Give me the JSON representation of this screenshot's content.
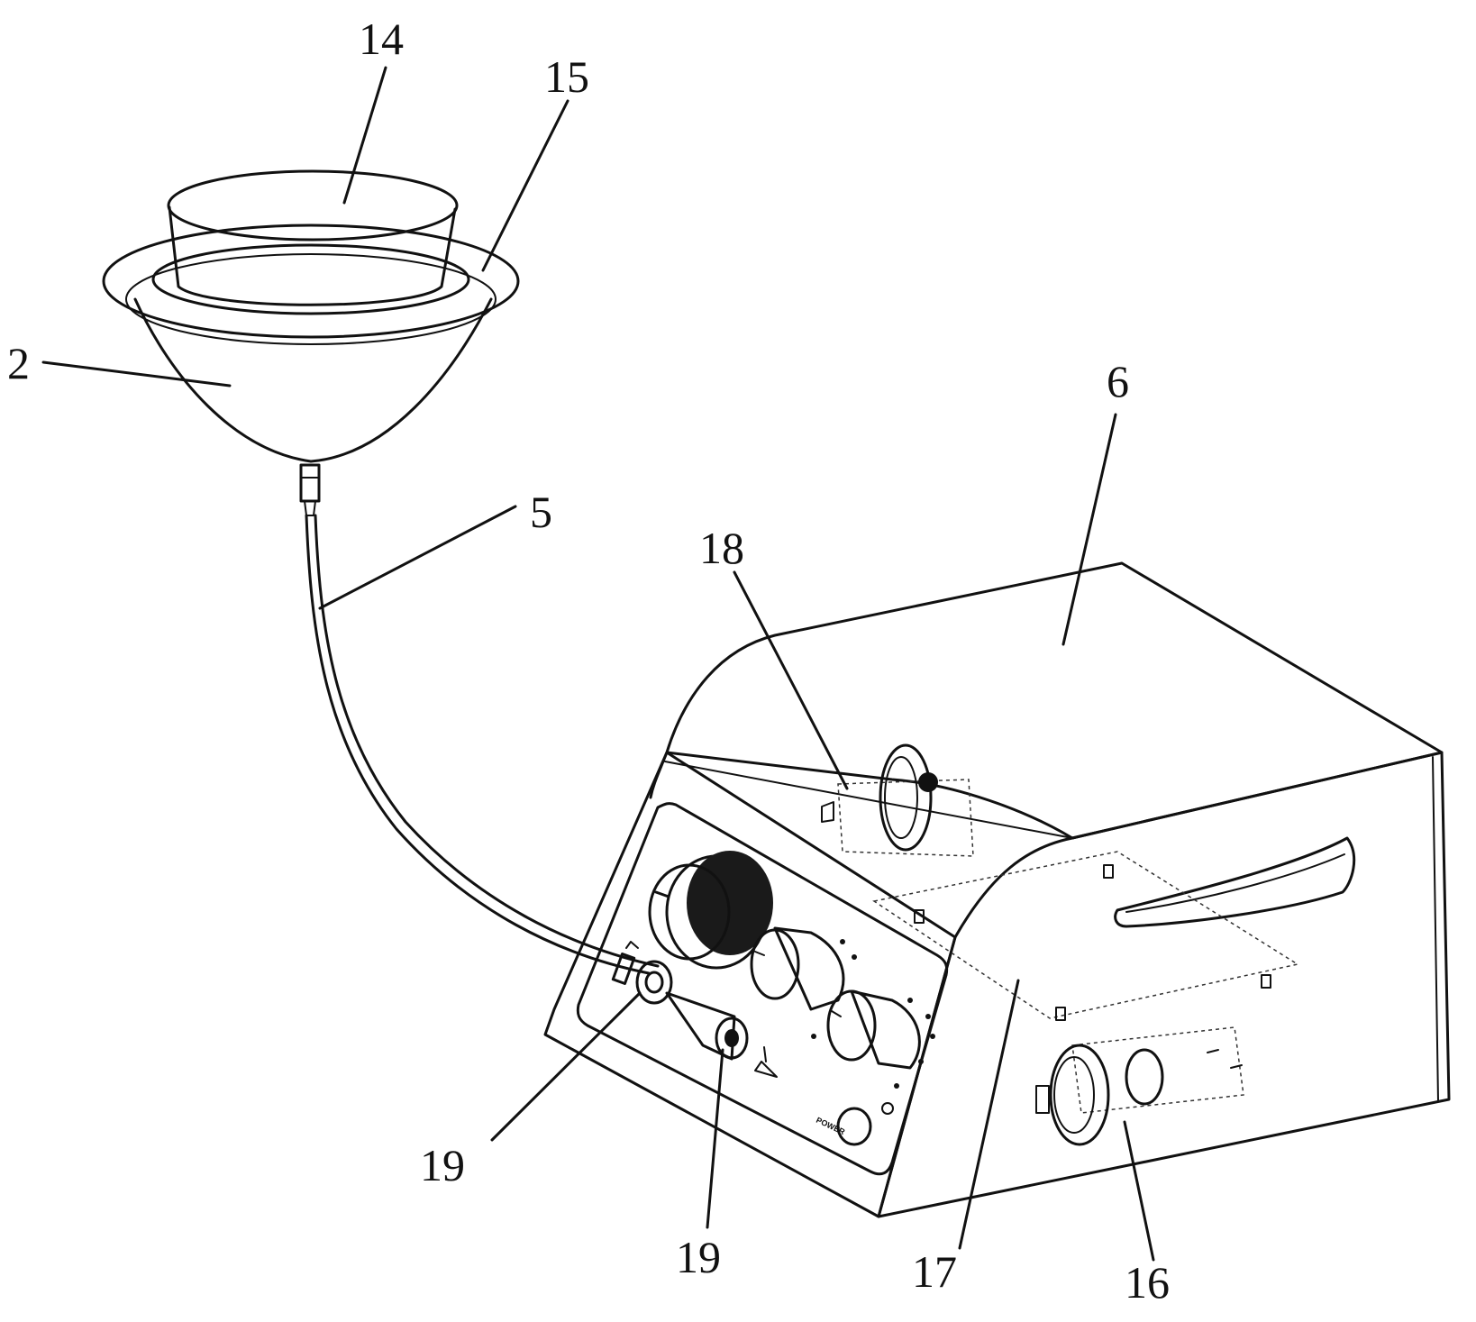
{
  "labels": {
    "l14": "14",
    "l15": "15",
    "l2": "2",
    "l5": "5",
    "l6": "6",
    "l18": "18",
    "l19a": "19",
    "l19b": "19",
    "l17": "17",
    "l16": "16"
  },
  "panel_text": {
    "power": "POWER"
  }
}
